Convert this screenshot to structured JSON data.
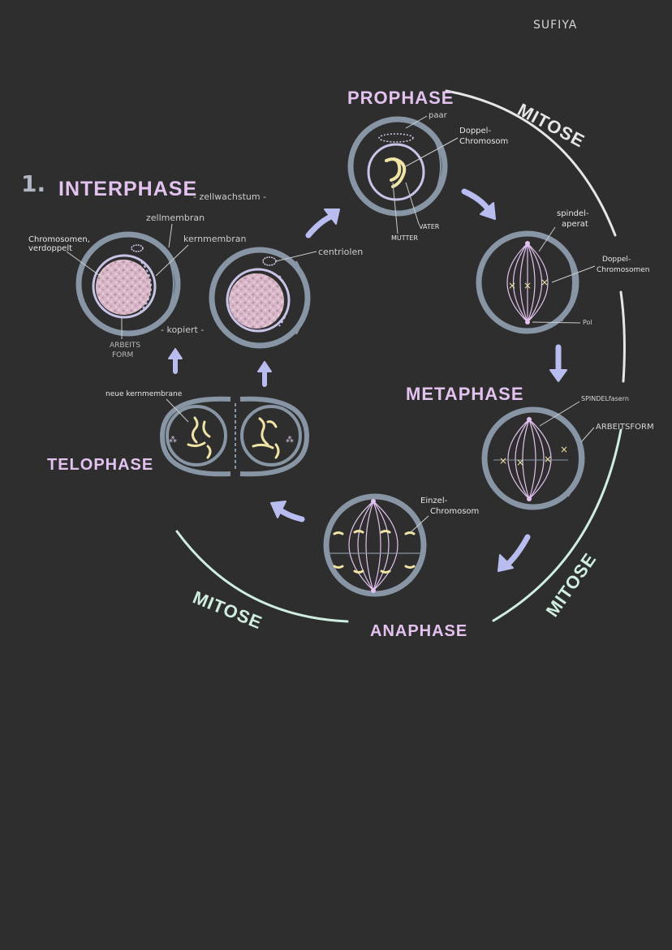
{
  "author": "SUFIYA",
  "number": "1.",
  "phases": {
    "interphase": "INTERPHASE",
    "prophase": "PROPHASE",
    "metaphase": "METAPHASE",
    "anaphase": "ANAPHASE",
    "telophase": "TELOPHASE"
  },
  "mitose_label": "MITOSE",
  "labels": {
    "zellwachstum": "- zellwachstum -",
    "zellmembran": "zellmembran",
    "chromosomen_1": "Chromosomen,",
    "chromosomen_2": "verdoppelt",
    "kernmembran": "kernmembran",
    "centriolen": "centriolen",
    "kopiert": "- kopiert -",
    "arbeitsform_1": "ARBEITS",
    "arbeitsform_2": "FORM",
    "paar": "paar",
    "doppel_chromosom_1": "Doppel-",
    "doppel_chromosom_2": "Chromosom",
    "vater": "VATER",
    "mutter": "MUTTER",
    "spindelaperat_1": "spindel-",
    "spindelaperat_2": "aperat",
    "doppel_chromosomen_1": "Doppel-",
    "doppel_chromosomen_2": "Chromosomen",
    "pol": "Pol",
    "spindelfasern": "SPINDELfasern",
    "arbeitsform_meta": "ARBEITSFORM",
    "einzel_chromosom_1": "Einzel-",
    "einzel_chromosom_2": "Chromosom",
    "neue_kernmembrane": "neue kernmembrane"
  },
  "colors": {
    "background": "#2e2e2e",
    "lavender": "#e3c2ef",
    "arrow": "#b8bcef",
    "mint": "#cfeee0",
    "cell_ring": "#8795a5",
    "chromosome": "#efe3a6",
    "chromatin": "#d9b8c9",
    "label": "#d6d6d6"
  }
}
